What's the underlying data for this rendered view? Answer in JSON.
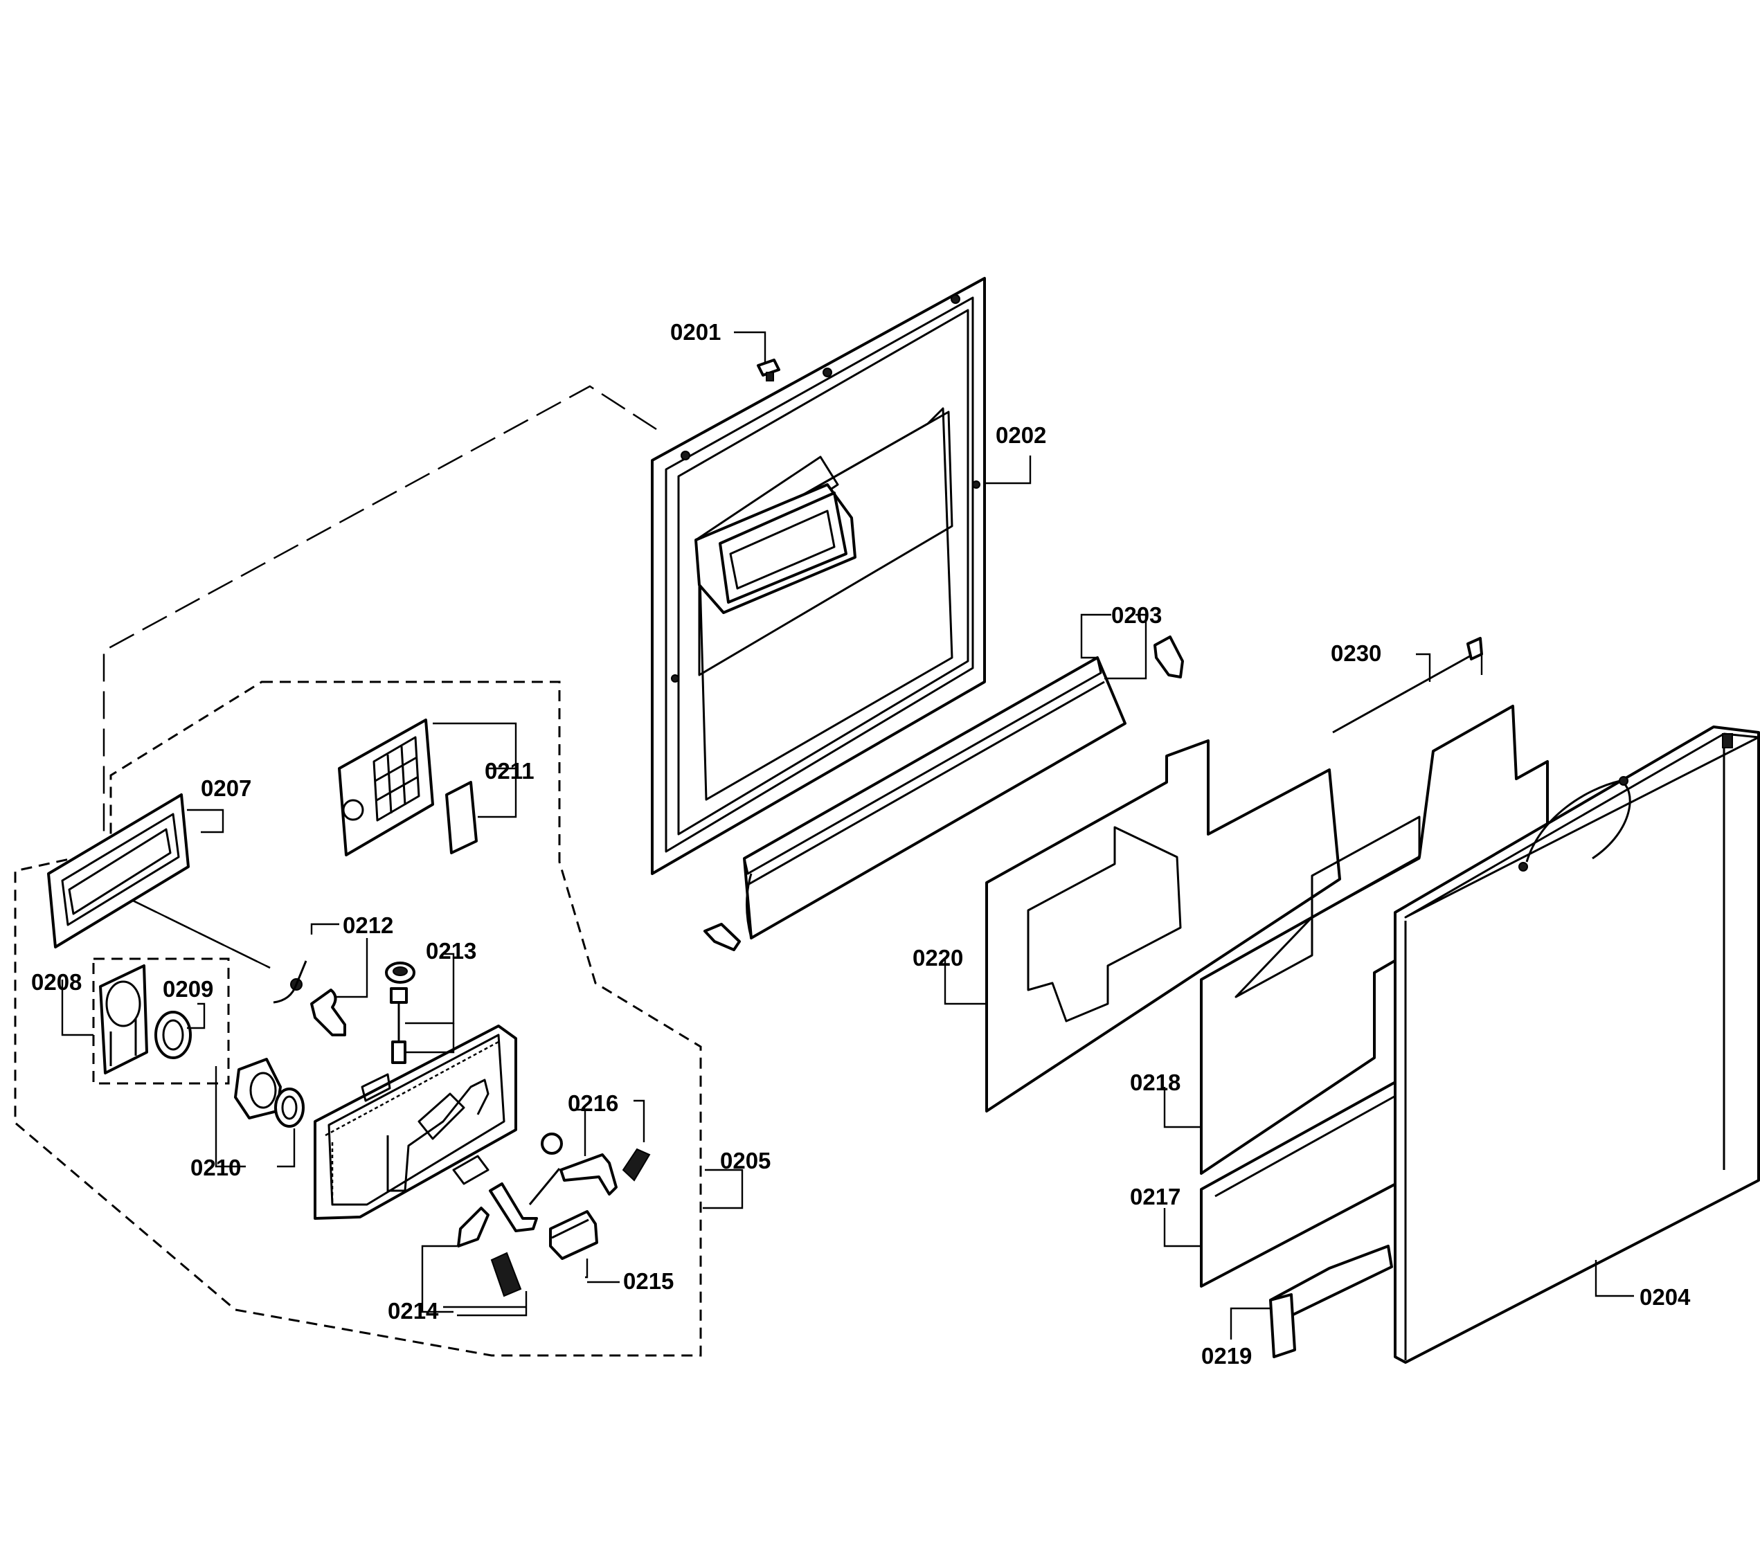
{
  "callouts": {
    "c0201": "0201",
    "c0202": "0202",
    "c0203": "0203",
    "c0204": "0204",
    "c0205": "0205",
    "c0207": "0207",
    "c0208": "0208",
    "c0209": "0209",
    "c0210": "0210",
    "c0211": "0211",
    "c0212": "0212",
    "c0213": "0213",
    "c0214": "0214",
    "c0215": "0215",
    "c0216": "0216",
    "c0217": "0217",
    "c0218": "0218",
    "c0219": "0219",
    "c0220": "0220",
    "c0230": "0230"
  }
}
